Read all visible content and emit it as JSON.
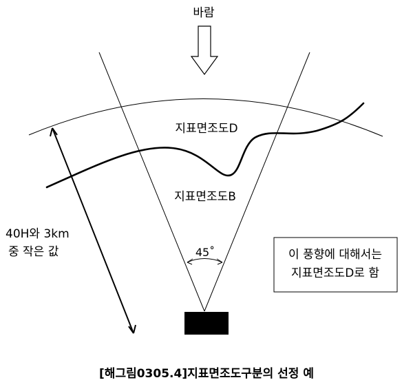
{
  "wind_label": "바람",
  "region_upper_label": "지표면조도D",
  "region_lower_label": "지표면조도B",
  "distance_label_line1": "40H와 3km",
  "distance_label_line2": "중 작은 값",
  "angle_label": "45˚",
  "note_line1": "이 풍향에 대해서는",
  "note_line2": "지표면조도D로 함",
  "caption": "[해그림0305.4]지표면조도구분의 선정 예"
}
